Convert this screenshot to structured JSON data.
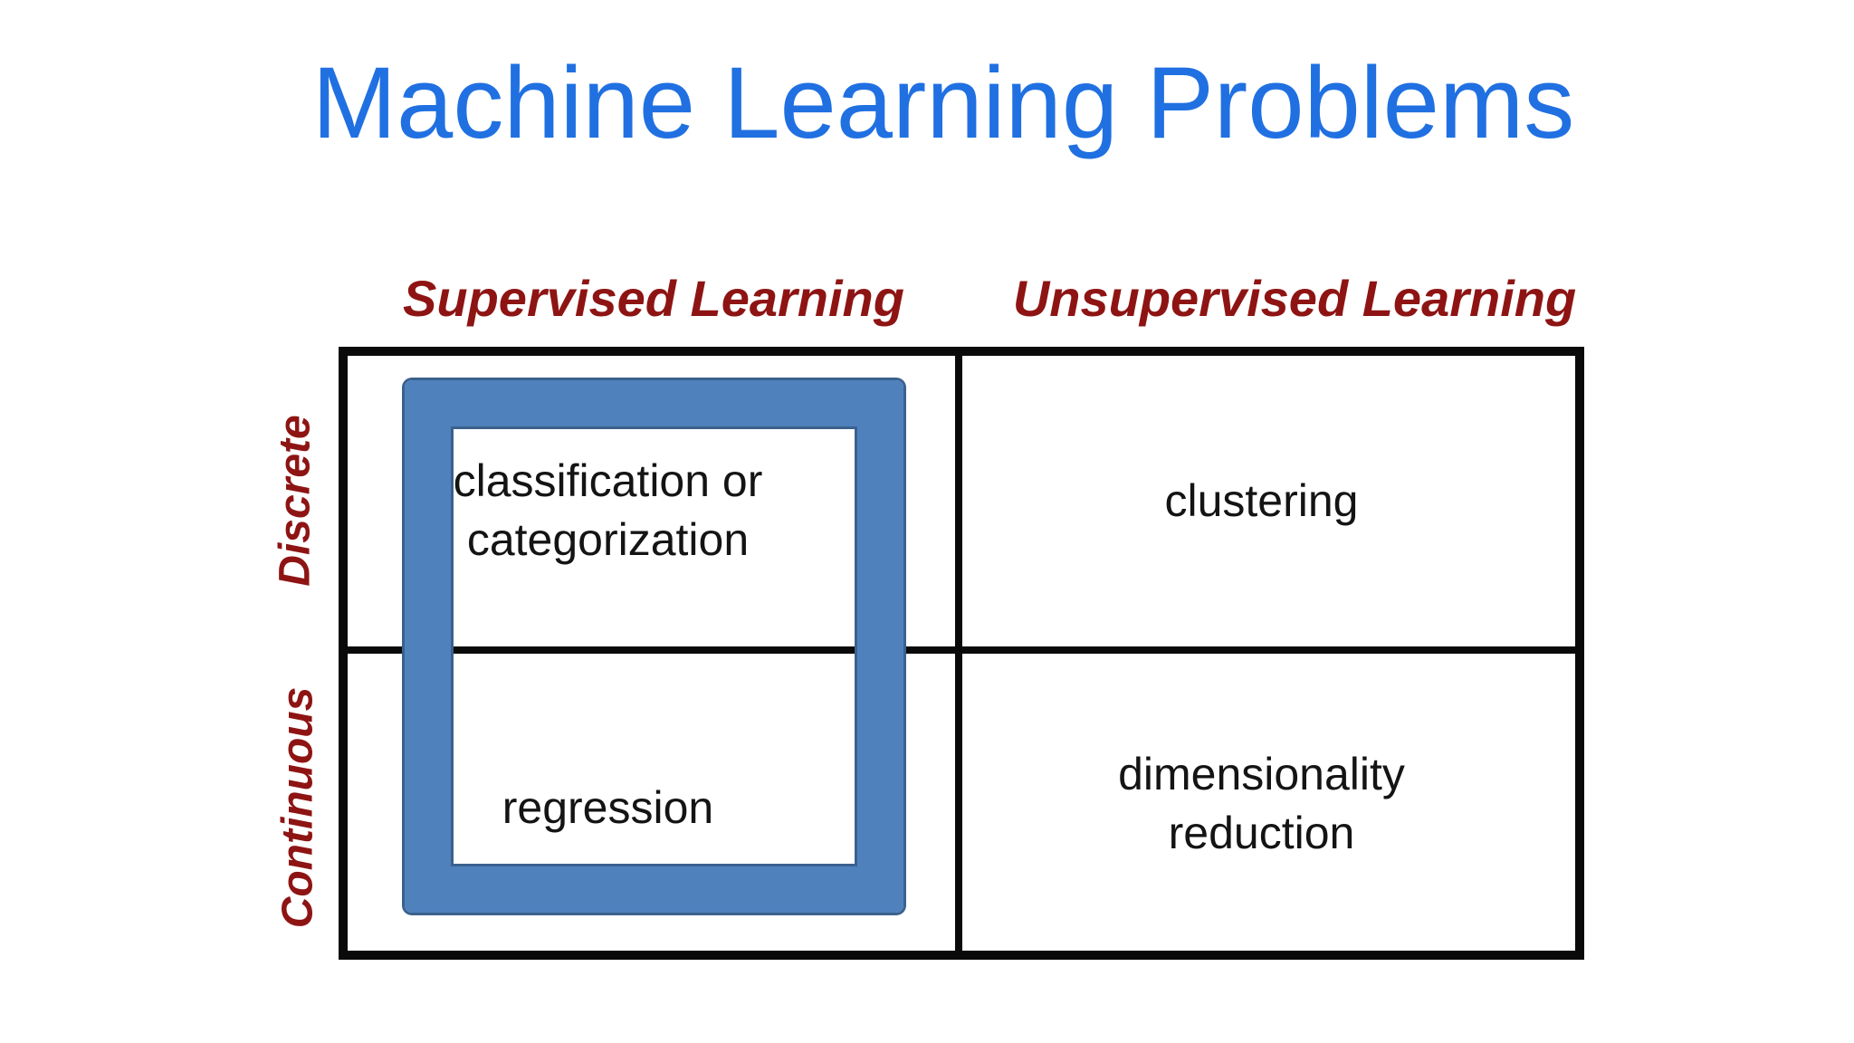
{
  "title": "Machine Learning Problems",
  "columns": {
    "supervised": "Supervised Learning",
    "unsupervised": "Unsupervised Learning"
  },
  "rows": {
    "discrete": "Discrete",
    "continuous": "Continuous"
  },
  "cells": {
    "classification": "classification or\ncategorization",
    "clustering": "clustering",
    "regression": "regression",
    "dimensionality": "dimensionality\nreduction"
  },
  "highlight": {
    "column": "Supervised Learning",
    "covers_cells": [
      "classification or categorization",
      "regression"
    ]
  },
  "colors": {
    "background": "#ffffff",
    "title": "#2070e2",
    "headers": "#8e1414",
    "cell_text": "#141414",
    "table_border": "#0a0a0a",
    "highlight_fill": "#4f81bd",
    "highlight_edge": "#3a618e"
  }
}
